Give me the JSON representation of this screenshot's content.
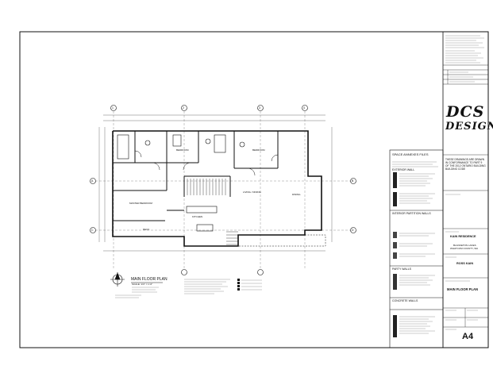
{
  "title_block": {
    "logo_line1": "DCS",
    "logo_line2": "DESIGN",
    "project_name": "KAIN RESIDENCE",
    "project_location_line1": "BLANKETON LAKES",
    "project_location_line2": "WHATCOM COUNTY, WA",
    "client": "ROSS KAIN",
    "drawing_title": "MAIN FLOOR PLAN",
    "sheet_number": "A4",
    "note_line1": "THESE DRAWINGS ARE DRAWN",
    "note_line2": "IN CONFORMANCE TO PART 9",
    "note_line3": "OF THE 2012 ONTARIO BUILDING",
    "note_line4": "BUILDING CODE"
  },
  "plan": {
    "title": "MAIN FLOOR PLAN",
    "scale": "SCALE: 1/4\" = 1'-0\"",
    "rooms": {
      "bedroom_a": "BEDROOM",
      "bedroom_b": "BEDROOM",
      "kitchen": "KITCHEN",
      "dining": "DINING",
      "master": "MASTER BEDROOM",
      "living": "LIVING / DINING",
      "deck": "DECK"
    },
    "grid_labels": [
      "1",
      "2",
      "3",
      "4",
      "5",
      "A",
      "B",
      "C",
      "D"
    ]
  },
  "legend": {
    "heading_space": "SPACE ANNEXES FILES",
    "heading_exterior": "EXTERIOR WALL",
    "heading_interior": "INTERIOR PARTITION WALLS",
    "heading_party": "PARTY WALLS",
    "heading_concrete": "CONCRETE WALLS"
  }
}
